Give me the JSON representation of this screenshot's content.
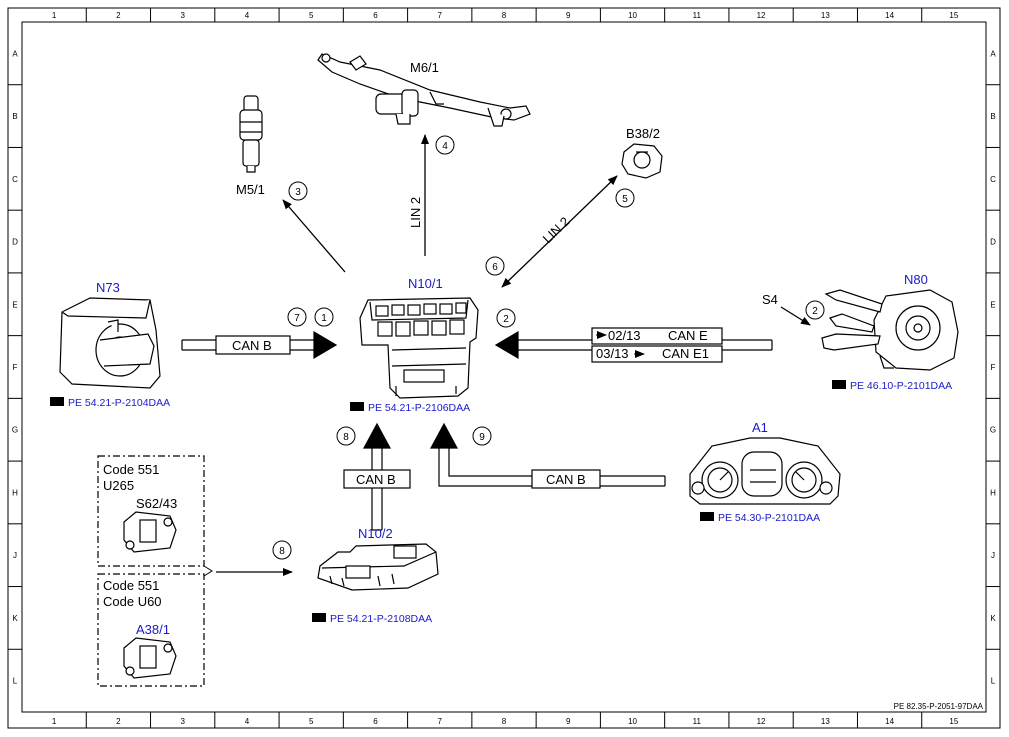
{
  "grid": {
    "columns": [
      "1",
      "2",
      "3",
      "4",
      "5",
      "6",
      "7",
      "8",
      "9",
      "10",
      "11",
      "12",
      "13",
      "14",
      "15"
    ],
    "rows": [
      "A",
      "B",
      "C",
      "D",
      "E",
      "F",
      "G",
      "H",
      "J",
      "K",
      "L"
    ]
  },
  "components": {
    "m6_1": "M6/1",
    "m5_1": "M5/1",
    "b38_2": "B38/2",
    "n10_1": "N10/1",
    "n73": "N73",
    "n80": "N80",
    "s4": "S4",
    "a1": "A1",
    "n10_2": "N10/2",
    "s62_43": "S62/43",
    "a38_1": "A38/1"
  },
  "references": {
    "n73": "PE 54.21-P-2104DAA",
    "n10_1": "PE 54.21-P-2106DAA",
    "n80": "PE 46.10-P-2101DAA",
    "a1": "PE 54.30-P-2101DAA",
    "n10_2": "PE 54.21-P-2108DAA"
  },
  "buses": {
    "lin_vertical": "LIN 2",
    "lin_diagonal": "LIN 2",
    "can_left": "CAN B",
    "can_e_prefix": "02/13",
    "can_e": "CAN E",
    "can_e1_prefix": "03/13",
    "can_e1": "CAN E1",
    "can_bottom_vertical": "CAN B",
    "can_bottom_horizontal": "CAN B"
  },
  "callouts": {
    "c1": "1",
    "c2a": "2",
    "c2b": "2",
    "c3": "3",
    "c4": "4",
    "c5": "5",
    "c6": "6",
    "c7": "7",
    "c8a": "8",
    "c8b": "8",
    "c9": "9"
  },
  "codes": {
    "box1_line1": "Code 551",
    "box1_line2": "U265",
    "box2_line1": "Code 551",
    "box2_line2": "Code U60"
  },
  "footer_ref": "PE 82.35-P-2051-97DAA"
}
